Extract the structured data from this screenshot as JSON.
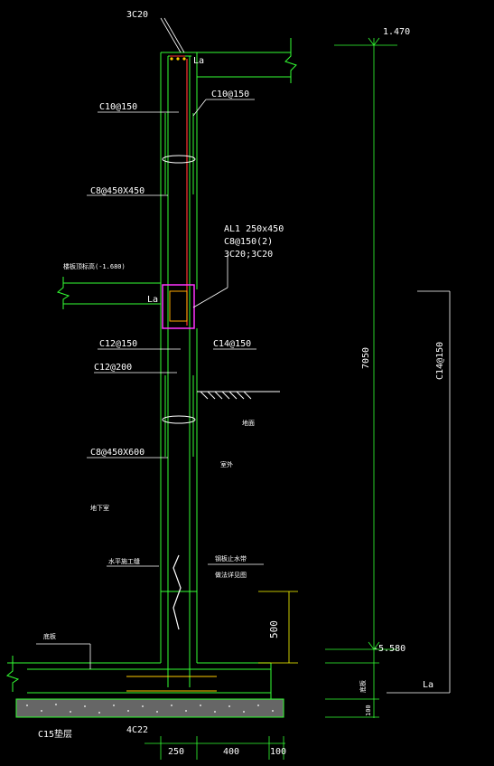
{
  "drawing": {
    "labels": {
      "top_bars": "3C20",
      "la_top": "La",
      "bar_c10_left": "C10@150",
      "bar_c10_right": "C10@150",
      "tie_upper": "C8@450X450",
      "beam_line1": "AL1 250x450",
      "beam_line2": "C8@150(2)",
      "beam_line3": "3C20;3C20",
      "slab_level": "楼板顶标高(-1.680)",
      "la_beam": "La",
      "bar_c12_left": "C12@150",
      "bar_c14_right": "C14@150",
      "bar_c12_200": "C12@200",
      "ground": "地面",
      "tie_lower": "C8@450X600",
      "outdoor": "室外",
      "basement": "地下室",
      "waterproof_left": "水平施工缝",
      "waterproof_right1": "钢板止水带",
      "waterproof_right2": "做法详见图",
      "dim_500": "500",
      "floor_label": "底板",
      "c15": "C15垫层",
      "bottom_bars": "4C22",
      "dim_250": "250",
      "dim_400": "400",
      "dim_100": "100",
      "elev_top": "1.470",
      "elev_bottom": "-5.580",
      "dim_7050": "7050",
      "c14_vertical": "C14@150",
      "foundation_label": "底板",
      "dim_100_right": "100",
      "la_right": "La"
    }
  }
}
